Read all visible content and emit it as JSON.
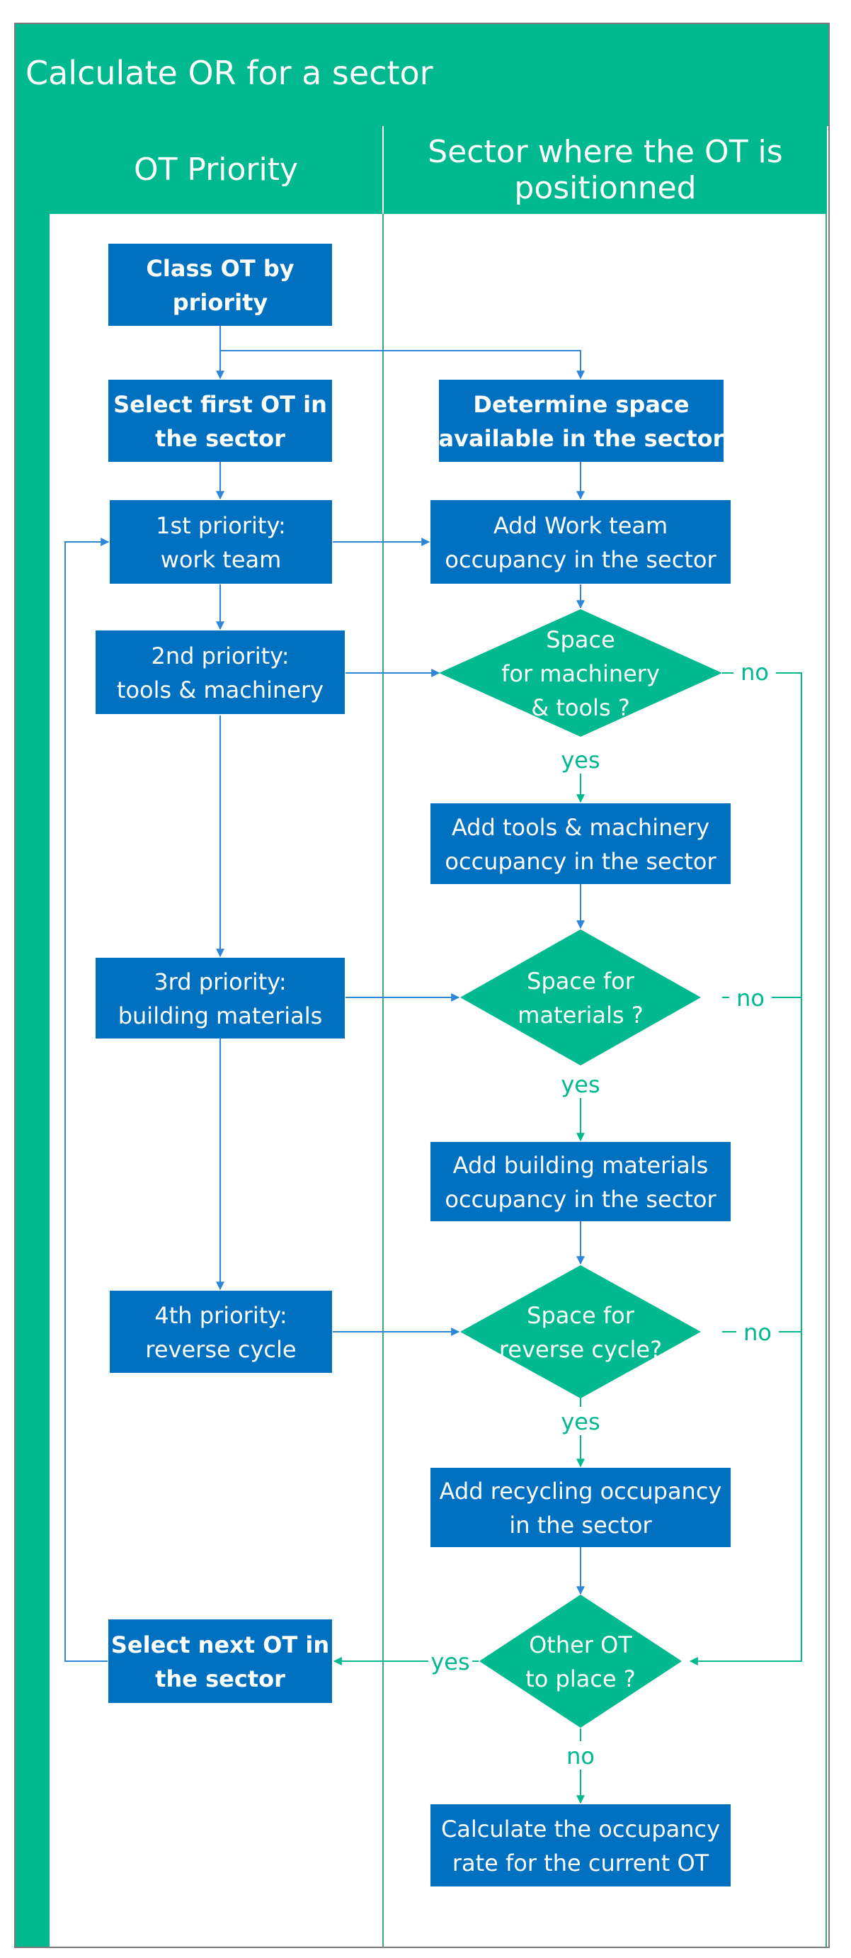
{
  "title": "Calculate OR for a sector",
  "lanes": [
    {
      "label": "OT Priority"
    },
    {
      "label": "Sector where the OT is positionned"
    }
  ],
  "colors": {
    "header_green": "#00b98e",
    "process_blue": "#0070c0",
    "decision_green": "#00b98e",
    "flow_blue": "#2e86d6",
    "flow_green": "#00b98e"
  },
  "nodes": {
    "class_ot": {
      "lines": [
        "Class OT by",
        "priority"
      ],
      "bold": true
    },
    "select_first": {
      "lines": [
        "Select first OT in",
        "the sector"
      ],
      "bold": true
    },
    "determine_space": {
      "lines": [
        "Determine space",
        "available in the sector"
      ],
      "bold": true
    },
    "p1": {
      "lines": [
        "1st priority:",
        "work team"
      ]
    },
    "add_work_team": {
      "lines": [
        "Add Work team",
        "occupancy in the sector"
      ]
    },
    "p2": {
      "lines": [
        "2nd priority:",
        "tools & machinery"
      ]
    },
    "dec_machinery": {
      "lines": [
        "Space",
        "for machinery",
        "& tools ?"
      ]
    },
    "add_tools": {
      "lines": [
        "Add tools & machinery",
        "occupancy in the sector"
      ]
    },
    "p3": {
      "lines": [
        "3rd priority:",
        "building materials"
      ]
    },
    "dec_materials": {
      "lines": [
        "Space for",
        "materials ?"
      ]
    },
    "add_materials": {
      "lines": [
        "Add building materials",
        "occupancy in the sector"
      ]
    },
    "p4": {
      "lines": [
        "4th priority:",
        "reverse cycle"
      ]
    },
    "dec_reverse": {
      "lines": [
        "Space for",
        "reverse cycle?"
      ]
    },
    "add_recycling": {
      "lines": [
        "Add recycling occupancy",
        "in the sector"
      ]
    },
    "select_next": {
      "lines": [
        "Select next OT in",
        "the sector"
      ],
      "bold": true
    },
    "dec_other": {
      "lines": [
        "Other OT",
        "to place ?"
      ]
    },
    "calc_rate": {
      "lines": [
        "Calculate the occupancy",
        "rate for the current OT"
      ]
    }
  },
  "edge_labels": {
    "no_machinery": "no",
    "yes_machinery": "yes",
    "no_materials": "no",
    "yes_materials": "yes",
    "no_reverse": "no",
    "yes_reverse": "yes",
    "yes_other": "yes",
    "no_other": "no"
  }
}
